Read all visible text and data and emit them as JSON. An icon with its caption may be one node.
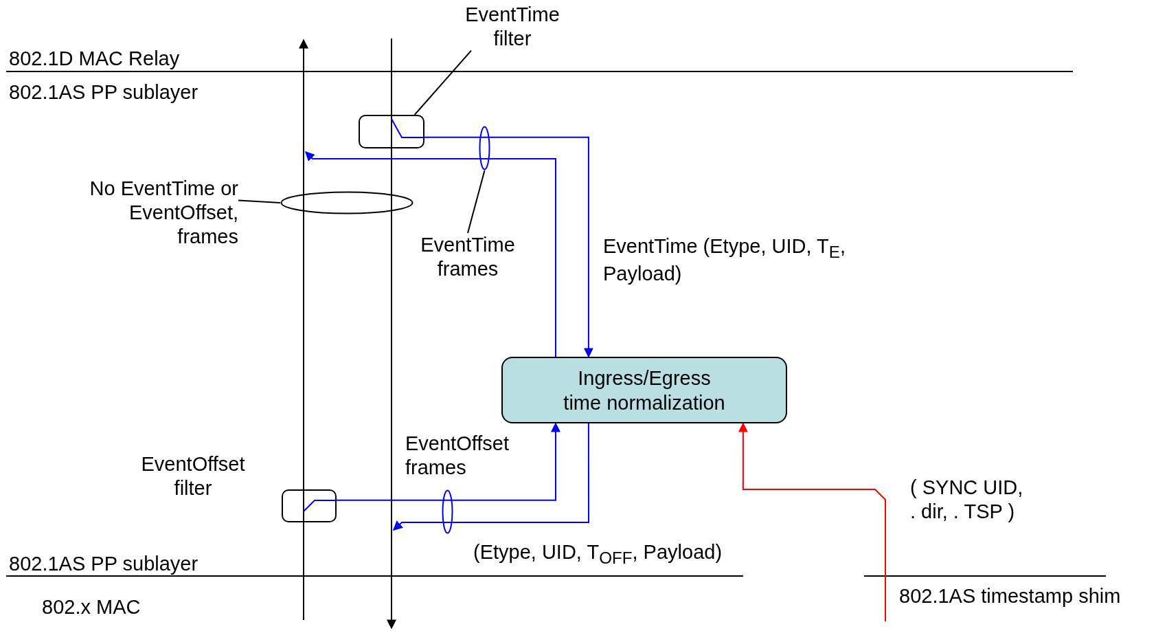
{
  "diagram": {
    "nodes": [
      {
        "text": [
          "EventTime filter"
        ]
      },
      {
        "text": [],
        "shape": "box"
      },
      {
        "text": [
          "No EventTime or EventOffset, frames"
        ]
      },
      {
        "text": [],
        "shape": "ellipse"
      },
      {
        "text": [],
        "shape": "ellipse"
      },
      {
        "text": [
          "EventTime frames"
        ]
      },
      {
        "text": [
          "Ingress/Egress time normalization"
        ]
      },
      {
        "text": [
          "EventOffset filter"
        ]
      },
      {
        "text": [],
        "shape": "box"
      },
      {
        "text": [],
        "shape": "ellipse",
        "beside": [
          "EventOffset frames"
        ]
      }
    ],
    "edges": [
      {
        "from": 0,
        "to": 1,
        "arrow": "none",
        "color": "#000000"
      },
      {
        "from": 2,
        "to": 3,
        "arrow": "none",
        "color": "#000000"
      },
      {
        "from": 5,
        "to": 4,
        "arrow": "none",
        "color": "#000000"
      },
      {
        "from": 1,
        "to": 6,
        "arrow": "to",
        "color": "#0000ff",
        "label": "EventTime (Etype, UID, T$_{E}$, Payload)"
      },
      {
        "from": 6,
        "to": null,
        "arrow": "to",
        "color": "#0000ff"
      },
      {
        "from": 8,
        "to": 6,
        "arrow": "to",
        "color": "#0000ff"
      },
      {
        "from": 6,
        "to": null,
        "arrow": "to",
        "color": "#0000ff",
        "label": "(Etype, UID, T$_{OFF}$, Payload)"
      },
      {
        "from": null,
        "to": 6,
        "arrow": "to",
        "color": "#ff0000",
        "label": "( SYNC UID, . dir, . TSP )"
      }
    ],
    "labels": [
      "802.1D MAC Relay",
      "802.1AS PP sublayer",
      "802.1AS PP sublayer",
      "802.x MAC",
      "802.1AS timestamp shim"
    ]
  }
}
